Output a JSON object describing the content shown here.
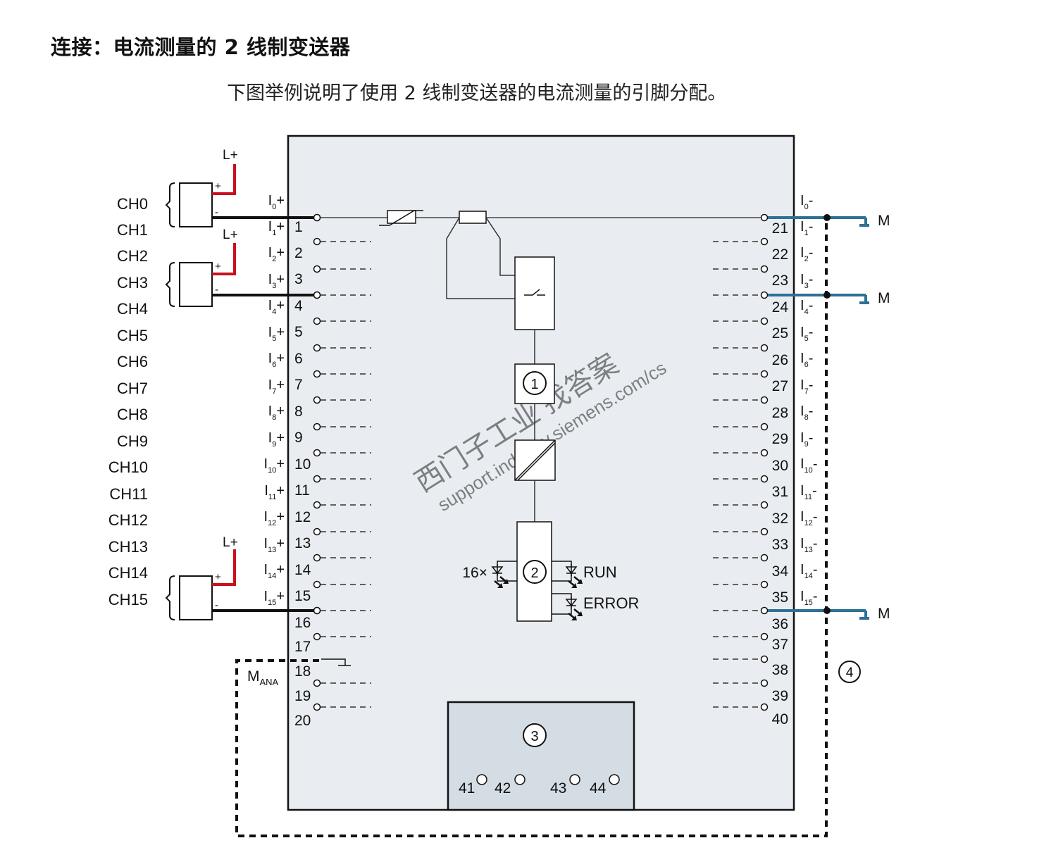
{
  "heading": "连接：电流测量的 2 线制变送器",
  "description": "下图举例说明了使用 2 线制变送器的电流测量的引脚分配。",
  "diagram": {
    "channels": [
      "CH0",
      "CH1",
      "CH2",
      "CH3",
      "CH4",
      "CH5",
      "CH6",
      "CH7",
      "CH8",
      "CH9",
      "CH10",
      "CH11",
      "CH12",
      "CH13",
      "CH14",
      "CH15"
    ],
    "left_input_labels": [
      {
        "base": "I",
        "sub": "0",
        "sign": "+"
      },
      {
        "base": "I",
        "sub": "1",
        "sign": "+"
      },
      {
        "base": "I",
        "sub": "2",
        "sign": "+"
      },
      {
        "base": "I",
        "sub": "3",
        "sign": "+"
      },
      {
        "base": "I",
        "sub": "4",
        "sign": "+"
      },
      {
        "base": "I",
        "sub": "5",
        "sign": "+"
      },
      {
        "base": "I",
        "sub": "6",
        "sign": "+"
      },
      {
        "base": "I",
        "sub": "7",
        "sign": "+"
      },
      {
        "base": "I",
        "sub": "8",
        "sign": "+"
      },
      {
        "base": "I",
        "sub": "9",
        "sign": "+"
      },
      {
        "base": "I",
        "sub": "10",
        "sign": "+"
      },
      {
        "base": "I",
        "sub": "11",
        "sign": "+"
      },
      {
        "base": "I",
        "sub": "12",
        "sign": "+"
      },
      {
        "base": "I",
        "sub": "13",
        "sign": "+"
      },
      {
        "base": "I",
        "sub": "14",
        "sign": "+"
      },
      {
        "base": "I",
        "sub": "15",
        "sign": "+"
      }
    ],
    "right_input_labels": [
      {
        "base": "I",
        "sub": "0",
        "sign": "-"
      },
      {
        "base": "I",
        "sub": "1",
        "sign": "-"
      },
      {
        "base": "I",
        "sub": "2",
        "sign": "-"
      },
      {
        "base": "I",
        "sub": "3",
        "sign": "-"
      },
      {
        "base": "I",
        "sub": "4",
        "sign": "-"
      },
      {
        "base": "I",
        "sub": "5",
        "sign": "-"
      },
      {
        "base": "I",
        "sub": "6",
        "sign": "-"
      },
      {
        "base": "I",
        "sub": "7",
        "sign": "-"
      },
      {
        "base": "I",
        "sub": "8",
        "sign": "-"
      },
      {
        "base": "I",
        "sub": "9",
        "sign": "-"
      },
      {
        "base": "I",
        "sub": "10",
        "sign": "-"
      },
      {
        "base": "I",
        "sub": "11",
        "sign": "-"
      },
      {
        "base": "I",
        "sub": "12",
        "sign": "-"
      },
      {
        "base": "I",
        "sub": "13",
        "sign": "-"
      },
      {
        "base": "I",
        "sub": "14",
        "sign": "-"
      },
      {
        "base": "I",
        "sub": "15",
        "sign": "-"
      }
    ],
    "left_pins": [
      "1",
      "2",
      "3",
      "4",
      "5",
      "6",
      "7",
      "8",
      "9",
      "10",
      "11",
      "12",
      "13",
      "14",
      "15",
      "16",
      "17",
      "18",
      "19",
      "20"
    ],
    "right_pins": [
      "21",
      "22",
      "23",
      "24",
      "25",
      "26",
      "27",
      "28",
      "29",
      "30",
      "31",
      "32",
      "33",
      "34",
      "35",
      "36",
      "37",
      "38",
      "39",
      "40"
    ],
    "transmitters": [
      {
        "channel_group": [
          "CH0",
          "CH1"
        ],
        "supply": "L+",
        "plus": "+",
        "minus": "-"
      },
      {
        "channel_group": [
          "CH3",
          "CH4"
        ],
        "supply": "L+",
        "plus": "+",
        "minus": "-"
      },
      {
        "channel_group": [
          "CH15"
        ],
        "supply": "L+",
        "plus": "+",
        "minus": "-"
      }
    ],
    "ground_label": "M",
    "mana_label": {
      "base": "M",
      "sub": "ANA"
    },
    "led_labels": {
      "channel_leds": "16×",
      "run": "RUN",
      "error": "ERROR"
    },
    "callouts": [
      "1",
      "2",
      "3",
      "4"
    ],
    "power_pins": [
      "41",
      "42",
      "43",
      "44"
    ],
    "watermark": {
      "line1": "西门子工业 找答案",
      "line2": "support.industry.siemens.com/cs"
    },
    "colors": {
      "supply_wire": "#c8101e",
      "ground_wire": "#2e7194",
      "module_fill": "#e9edf1",
      "power_fill": "#d5dde4",
      "line": "#111111"
    }
  }
}
